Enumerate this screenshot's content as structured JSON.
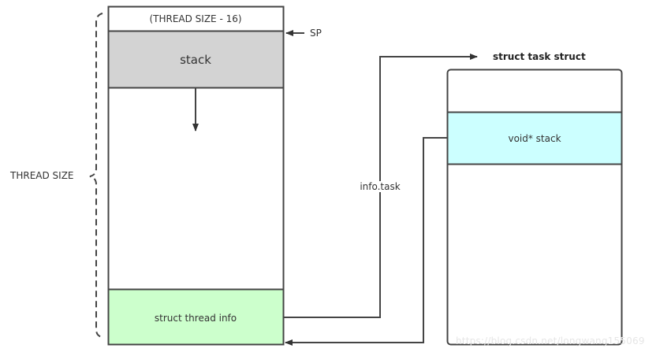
{
  "diagram": {
    "left_stack": {
      "top_label": "(THREAD SIZE - 16)",
      "stack_label": "stack",
      "thread_info_label": "struct thread info",
      "colors": {
        "stack": "#d3d3d3",
        "thread_info": "#ccffcc"
      }
    },
    "sp_label": "SP",
    "thread_size_label": "THREAD SIZE",
    "link_label": "info.task",
    "task_struct": {
      "title": "struct task struct",
      "field_label": "void* stack",
      "colors": {
        "field": "#ccffff"
      }
    },
    "watermark": "https://blog.csdn.net/longwang155069",
    "line_color": "#444444"
  }
}
